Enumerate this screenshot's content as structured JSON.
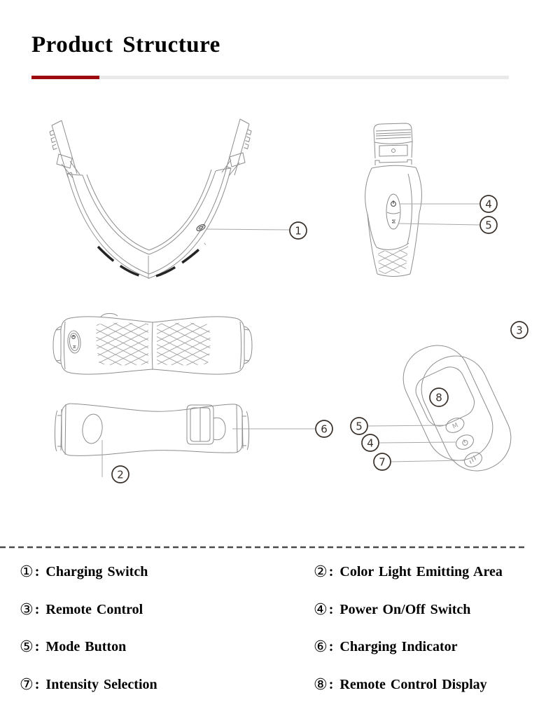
{
  "page": {
    "title": "Product Structure"
  },
  "colors": {
    "accent_red": "#9e0b0f",
    "rule_gray": "#e9e9e9",
    "drawing_line": "#8d8d8d",
    "drawing_dark": "#242424",
    "callout_ink": "#39302a",
    "divider_gray": "#4a4a4a"
  },
  "callouts": {
    "n1": "1",
    "n2": "2",
    "n3": "3",
    "n4": "4",
    "n5": "5",
    "n6": "6",
    "n7": "7",
    "n8": "8"
  },
  "glyphs": {
    "mode": "M"
  },
  "legend": {
    "separator": ":",
    "items": [
      {
        "num": "①",
        "label": "Charging Switch"
      },
      {
        "num": "②",
        "label": "Color Light Emitting Area"
      },
      {
        "num": "③",
        "label": "Remote Control"
      },
      {
        "num": "④",
        "label": "Power On/Off Switch"
      },
      {
        "num": "⑤",
        "label": "Mode Button"
      },
      {
        "num": "⑥",
        "label": "Charging Indicator"
      },
      {
        "num": "⑦",
        "label": "Intensity Selection"
      },
      {
        "num": "⑧",
        "label": "Remote Control Display"
      }
    ]
  }
}
